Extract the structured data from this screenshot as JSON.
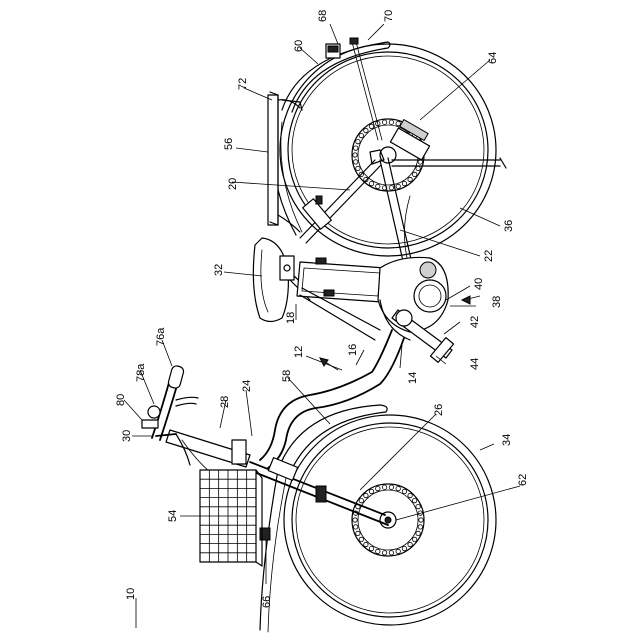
{
  "figure_label": "10",
  "labels": {
    "l12": "12",
    "l14": "14",
    "l16": "16",
    "l18": "18",
    "l20": "20",
    "l22": "22",
    "l24": "24",
    "l26": "26",
    "l28": "28",
    "l30": "30",
    "l32": "32",
    "l34": "34",
    "l36": "36",
    "l38": "38",
    "l40": "40",
    "l42": "42",
    "l44": "44",
    "l54": "54",
    "l56": "56",
    "l58": "58",
    "l60": "60",
    "l62": "62",
    "l64": "64",
    "l66": "66",
    "l68": "68",
    "l70": "70",
    "l72": "72",
    "l76a": "76a",
    "l78a": "78a",
    "l80": "80"
  }
}
